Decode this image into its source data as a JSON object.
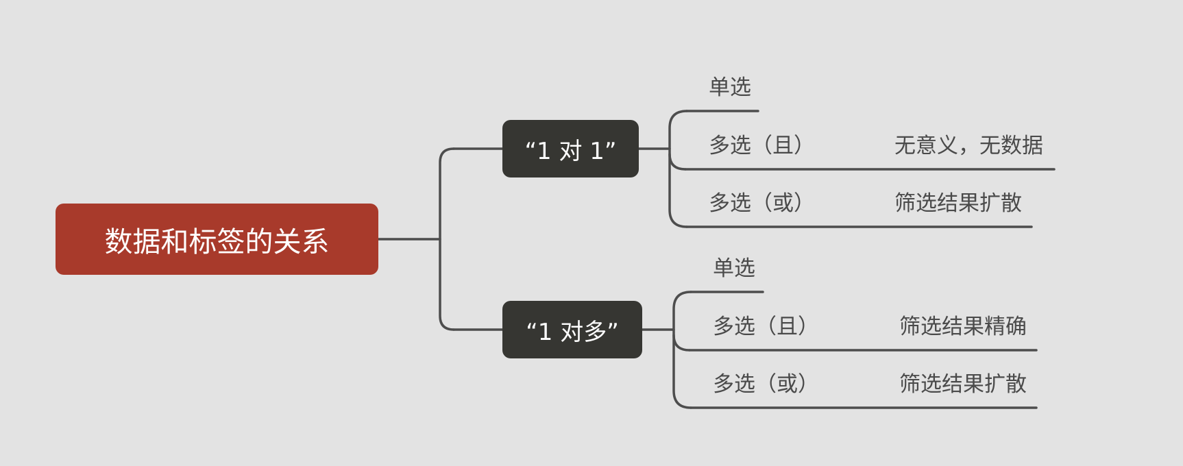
{
  "diagram": {
    "root": {
      "label": "数据和标签的关系",
      "color": "#a83a2b"
    },
    "branches": [
      {
        "label": "“1 对 1”",
        "children": [
          {
            "label": "单选",
            "result": ""
          },
          {
            "label": "多选（且）",
            "result": "无意义，无数据"
          },
          {
            "label": "多选（或）",
            "result": "筛选结果扩散"
          }
        ]
      },
      {
        "label": "“1 对多”",
        "children": [
          {
            "label": "单选",
            "result": ""
          },
          {
            "label": "多选（且）",
            "result": "筛选结果精确"
          },
          {
            "label": "多选（或）",
            "result": "筛选结果扩散"
          }
        ]
      }
    ],
    "colors": {
      "background": "#e3e3e3",
      "branch_fill": "#363632",
      "line": "#4d4d4d",
      "leaf_text": "#4a4a4a"
    }
  }
}
